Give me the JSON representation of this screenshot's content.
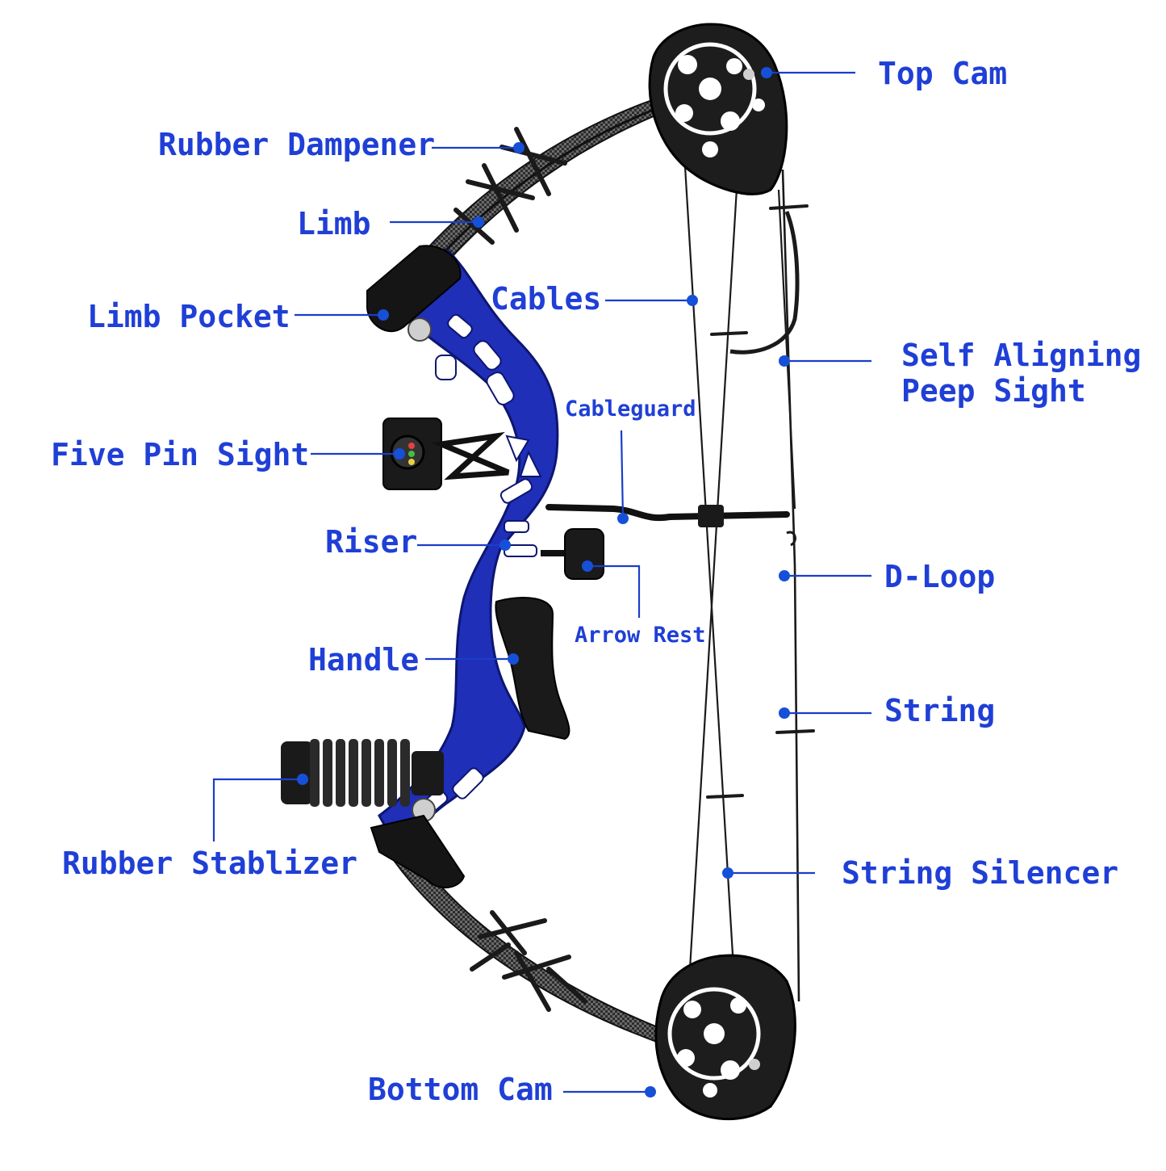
{
  "colors": {
    "label": "#1f3fd6",
    "leader": "#1a3ec8",
    "dot": "#1650d8",
    "riser": "#1f2fb8",
    "riser_dark": "#14208a",
    "black": "#1a1a1a",
    "carbon": "#3a3a3a"
  },
  "labels": {
    "top_cam": "Top Cam",
    "rubber_dampener": "Rubber Dampener",
    "limb": "Limb",
    "limb_pocket": "Limb Pocket",
    "cables": "Cables",
    "self_aligning_1": "Self Aligning",
    "self_aligning_2": "Peep Sight",
    "cableguard": "Cableguard",
    "five_pin_sight": "Five Pin Sight",
    "riser": "Riser",
    "d_loop": "D-Loop",
    "arrow_rest": "Arrow Rest",
    "handle": "Handle",
    "string": "String",
    "rubber_stablizer": "Rubber Stablizer",
    "string_silencer": "String Silencer",
    "bottom_cam": "Bottom Cam"
  },
  "icons": {
    "top_cam": "cam-wheel-icon",
    "bottom_cam": "cam-wheel-icon",
    "sight": "sight-pin-icon",
    "stabilizer": "ribbed-stabilizer-icon"
  }
}
